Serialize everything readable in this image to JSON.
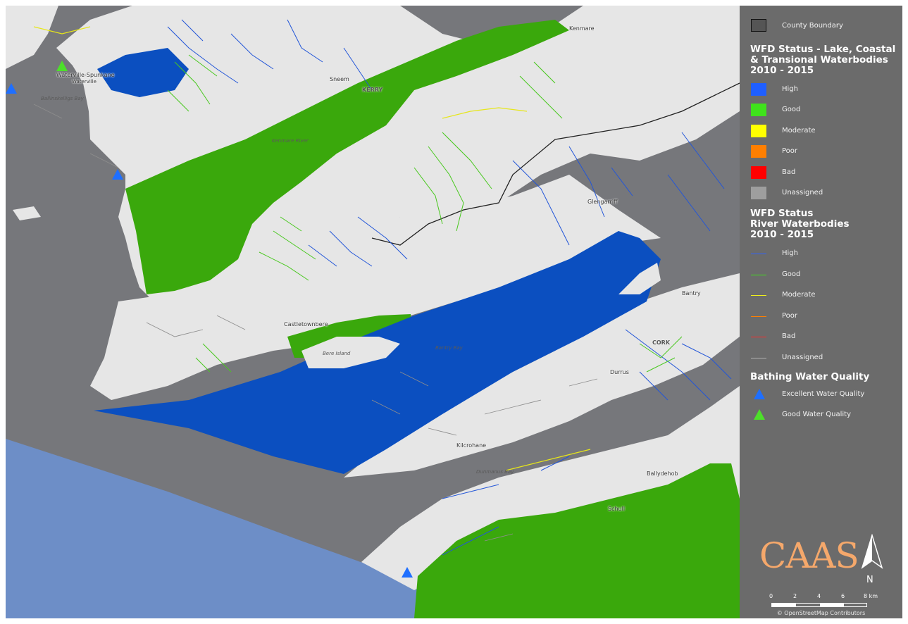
{
  "map": {
    "places": [
      {
        "id": "waterville",
        "label": "Waterville-Spunkane"
      },
      {
        "id": "waterville-sm",
        "label": "Waterville"
      },
      {
        "id": "sneem",
        "label": "Sneem"
      },
      {
        "id": "kenmare",
        "label": "Kenmare"
      },
      {
        "id": "glengarriff",
        "label": "Glengarriff"
      },
      {
        "id": "bantry",
        "label": "Bantry"
      },
      {
        "id": "castletownbere",
        "label": "Castletownbere"
      },
      {
        "id": "durrus",
        "label": "Durrus"
      },
      {
        "id": "kilcrohane",
        "label": "Kilcrohane"
      },
      {
        "id": "ballydehob",
        "label": "Ballydehob"
      },
      {
        "id": "schull",
        "label": "Schull"
      }
    ],
    "counties": [
      {
        "id": "kerry",
        "label": "KERRY"
      },
      {
        "id": "cork",
        "label": "CORK"
      }
    ],
    "seas": [
      {
        "id": "ballinskelligs",
        "label": "Ballinskelligs Bay"
      },
      {
        "id": "kenmare-river",
        "label": "Kenmare River"
      },
      {
        "id": "bantry-bay",
        "label": "Bantry Bay"
      },
      {
        "id": "dunmanus",
        "label": "Dunmanus Bay"
      },
      {
        "id": "bere-island",
        "label": "Bere Island"
      }
    ],
    "bathing_sites": [
      {
        "label": "Waterville-Spunkane",
        "quality": "Good Water Quality"
      },
      {
        "quality": "Excellent Water Quality"
      },
      {
        "quality": "Excellent Water Quality"
      },
      {
        "quality": "Excellent Water Quality"
      }
    ]
  },
  "legend": {
    "boundary_label": "County Boundary",
    "lake_heading": "WFD Status - Lake, Coastal\n& Transional Waterbodies\n2010 - 2015",
    "lake_classes": [
      {
        "label": "High",
        "color": "#1f5fff"
      },
      {
        "label": "Good",
        "color": "#3fe21b"
      },
      {
        "label": "Moderate",
        "color": "#ffff00"
      },
      {
        "label": "Poor",
        "color": "#ff7f00"
      },
      {
        "label": "Bad",
        "color": "#ff0000"
      },
      {
        "label": "Unassigned",
        "color": "#9e9e9e"
      }
    ],
    "river_heading": "WFD Status\nRiver Waterbodies\n2010 - 2015",
    "river_classes": [
      {
        "label": "High",
        "color": "#2f63ff"
      },
      {
        "label": "Good",
        "color": "#3fe21b"
      },
      {
        "label": "Moderate",
        "color": "#f1f11a"
      },
      {
        "label": "Poor",
        "color": "#ff7f00"
      },
      {
        "label": "Bad",
        "color": "#ff2a2a"
      },
      {
        "label": "Unassigned",
        "color": "#b0b0b0"
      }
    ],
    "bathing_heading": "Bathing Water Quality",
    "bathing_classes": [
      {
        "label": "Excellent Water Quality",
        "color": "#1f6fff"
      },
      {
        "label": "Good Water Quality",
        "color": "#4de02a"
      }
    ],
    "logo_text": "CAAS",
    "north_label": "N",
    "scale_ticks": [
      "0",
      "2",
      "4",
      "6",
      "8 km"
    ],
    "credit": "© OpenStreetMap Contributors"
  },
  "colors": {
    "land": "#e8e8e8",
    "sea": "#76777b",
    "ocean": "#6d8ec7",
    "coastal_good": "#3aa80c",
    "coastal_high": "#0b4fc0",
    "river_high": "#2356d8",
    "river_good": "#49c81f",
    "river_unassigned": "#8e8e8e"
  }
}
